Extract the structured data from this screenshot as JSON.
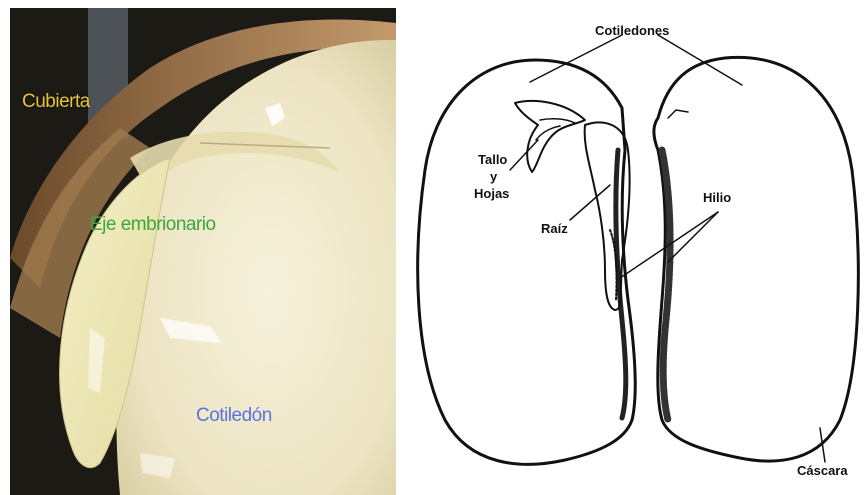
{
  "photo_labels": {
    "cubierta": "Cubierta",
    "eje_embrionario": "Eje embrionario",
    "cotiledon": "Cotiledón"
  },
  "drawing_labels": {
    "cotiledones": "Cotiledones",
    "tallo": "Tallo",
    "y": "y",
    "hojas": "Hojas",
    "raiz": "Raíz",
    "hilio": "Hilio",
    "cascara": "Cáscara"
  },
  "colors": {
    "cubierta_label": "#e6c43a",
    "eje_label": "#3aa83a",
    "cotiledon_label": "#5a73e0"
  }
}
